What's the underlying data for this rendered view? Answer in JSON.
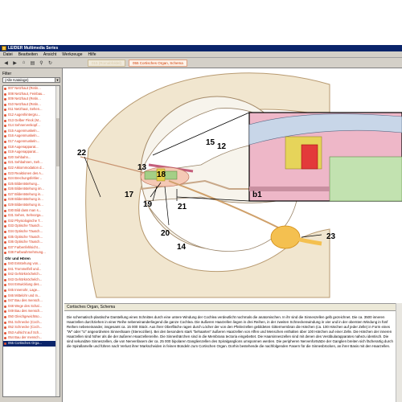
{
  "window": {
    "title": "LEIDER Multimedia Series"
  },
  "menu": [
    "Datei",
    "Bearbeiten",
    "Ansicht",
    "Werkzeuge",
    "Hilfe"
  ],
  "tabs": [
    {
      "label": "015 (Romabfoldel)",
      "active": false
    },
    {
      "label": "055 Cortisches Organ, Schema",
      "active": true
    }
  ],
  "sidebar": {
    "filter_label": "Filter",
    "filter_value": "(Alle Kataloge)",
    "items": [
      "007 Netzhaut (Retin...",
      "008 Netzhaut, Feinbau...",
      "009 Netzhaut (Retin...",
      "010 Netzhaut (Retin...",
      "011 Netzhaut, Sehen...",
      "012 Augenhintergru...",
      "013 Gelber Fleck (M...",
      "014 Sehnervenkopf...",
      "015 Augenmuskeln...",
      "016 Augenmuskeln...",
      "017 Augenmuskeln...",
      "018 Augenapparat...",
      "019 Augenapparat...",
      "020 Sehbahn...",
      "021 Sehbahnen, Seh...",
      "022 Akkommodation d...",
      "023 Reaktionen des A...",
      "024 Brechungsfehler...",
      "025 Bildentstehung...",
      "026 Bildentstehung im...",
      "027 Bildentstehung in...",
      "028 Bildentstehung in...",
      "029 Bildentstehung in...",
      "030 Bild dass man s...",
      "031 Sehen, Sehvorga...",
      "032 Physiologische T...",
      "033 Optische Täusch...",
      "034 Optische Täusch...",
      "035 Optische Täusch...",
      "036 Optische Täusch...",
      "037 Farbenfehlsicht...",
      "038 Farbwahrnehmung..."
    ],
    "group_label": "Ohr und Hören",
    "items2": [
      "040 Entstehung von...",
      "041 Trommelfell und...",
      "042 Gehörknöchelch...",
      "043 Gehörknöchelch...",
      "044 Entwicklung des...",
      "045 Innenohr, Lage...",
      "046 Mittelohr und In...",
      "047 Bau des mensch...",
      "048 Wege des Schal...",
      "049 Bau des mensch...",
      "050 Gleichgewichtso...",
      "051 Schnecke (Coch...",
      "052 Schnecke (Coch...",
      "053 Aufsicht auf Sch...",
      "054 Bau der mensch...",
      "055 Cortisches Orga..."
    ]
  },
  "figure": {
    "labels": [
      "12",
      "13",
      "14",
      "15",
      "17",
      "18",
      "19",
      "20",
      "21",
      "22",
      "23",
      "b1"
    ]
  },
  "caption": "Cortisches Organ, Schema",
  "description": "Die schematisch-plastische Darstellung eines Schnittes durch eine untere Windung der Cochlea verdeutlicht nochmals die anatomischen. In ihr sind die Sinneszellen gelb gezeichnet. Die ca. 3500 inneren Haarzellen durchziehen in einer Reihe nebeneinanderliegend die ganze Cochlea. Die äußeren Haarzellen liegen in drei Reihen, in der zweiten Schneckenwindung in vier und in der obersten Windung in fünf Reihen nebeneinander, insgesamt ca. 15 000 Stück. Aus ihrer Oberfläche ragen durch Löcher der von den Pfeilerzellen gebildeten Gittermembran die Härchen (ca. 100 Härchen auf jeder Zelle) in Form eines \"W\" oder \"U\" angeordneten Sinneshaare (Stereozilien). Bei den besonders stark \"behaarten\" äußeren Haarzellen von Affen und Menschen enthalten über 100 Härchen auf einer Zelle. Die Härchen der inneren Haarzellen sind höher als die der äußeren Haarzellenreihe. Die Sinneshärchen sind in die Membrana tectoria eingebettet. Die Haarsinneszellen sind mit denen des Vestibularapparates nahezu identisch. Die sind sekundäre Sinneszellen, die von Nervenfasern der ca. 25 000 bipolaren Ganglienzellen des Spiralganglions umsponnen werden. Die peripheren Nervenfortsätze der Ganglien breiten sich fächerartig durch die Spirallamelle und führen nach Verlust ihrer Markscheiden in feinen Bündeln zum Cortischen Organ. Dorhin bestehende die nachfolgenden Fasern für die Sinnesbrücken, an ihrer Basis mit den Haarzellen.",
  "colors": {
    "titlebar": "#0a246a",
    "active_tab": "#d03a00",
    "list_text": "#d83a1a"
  },
  "icons": [
    "app-icon",
    "back-icon",
    "forward-icon",
    "home-icon",
    "print-icon",
    "search-icon",
    "refresh-icon"
  ]
}
